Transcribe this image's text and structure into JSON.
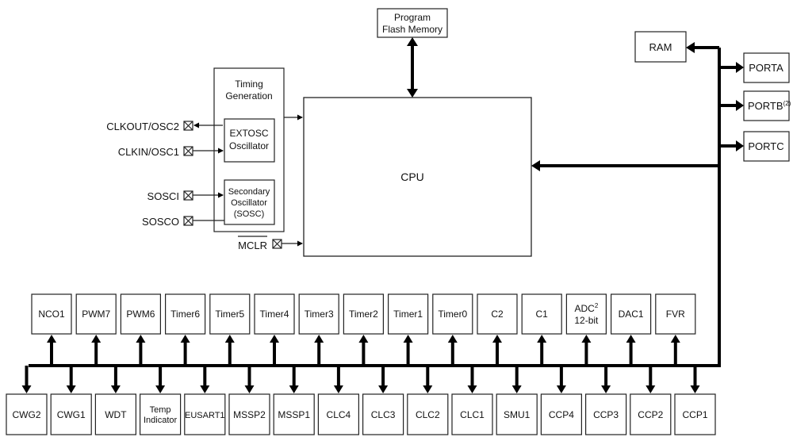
{
  "blocks": {
    "program_flash": [
      "Program",
      "Flash Memory"
    ],
    "ram": "RAM",
    "porta": "PORTA",
    "portb": "PORTB",
    "portb_note": "(2)",
    "portc": "PORTC",
    "cpu": "CPU",
    "timing": [
      "Timing",
      "Generation"
    ],
    "extosc": [
      "EXTOSC",
      "Oscillator"
    ],
    "sosc": [
      "Secondary",
      "Oscillator",
      "(SOSC)"
    ]
  },
  "pins": {
    "clkout": "CLKOUT/OSC2",
    "clkin": "CLKIN/OSC1",
    "sosci": "SOSCI",
    "sosco": "SOSCO",
    "mclr": "MCLR"
  },
  "top_peripherals": [
    "NCO1",
    "PWM7",
    "PWM6",
    "Timer6",
    "Timer5",
    "Timer4",
    "Timer3",
    "Timer2",
    "Timer1",
    "Timer0",
    "C2",
    "C1",
    "ADC",
    "DAC1",
    "FVR"
  ],
  "adc": {
    "superscript": "2",
    "subtitle": "12-bit"
  },
  "bottom_peripherals": [
    "CWG2",
    "CWG1",
    "WDT",
    "Temp Indicator",
    "EUSART1",
    "MSSP2",
    "MSSP1",
    "CLC4",
    "CLC3",
    "CLC2",
    "CLC1",
    "SMU1",
    "CCP4",
    "CCP3",
    "CCP2",
    "CCP1"
  ],
  "temp_indicator_lines": [
    "Temp",
    "Indicator"
  ]
}
